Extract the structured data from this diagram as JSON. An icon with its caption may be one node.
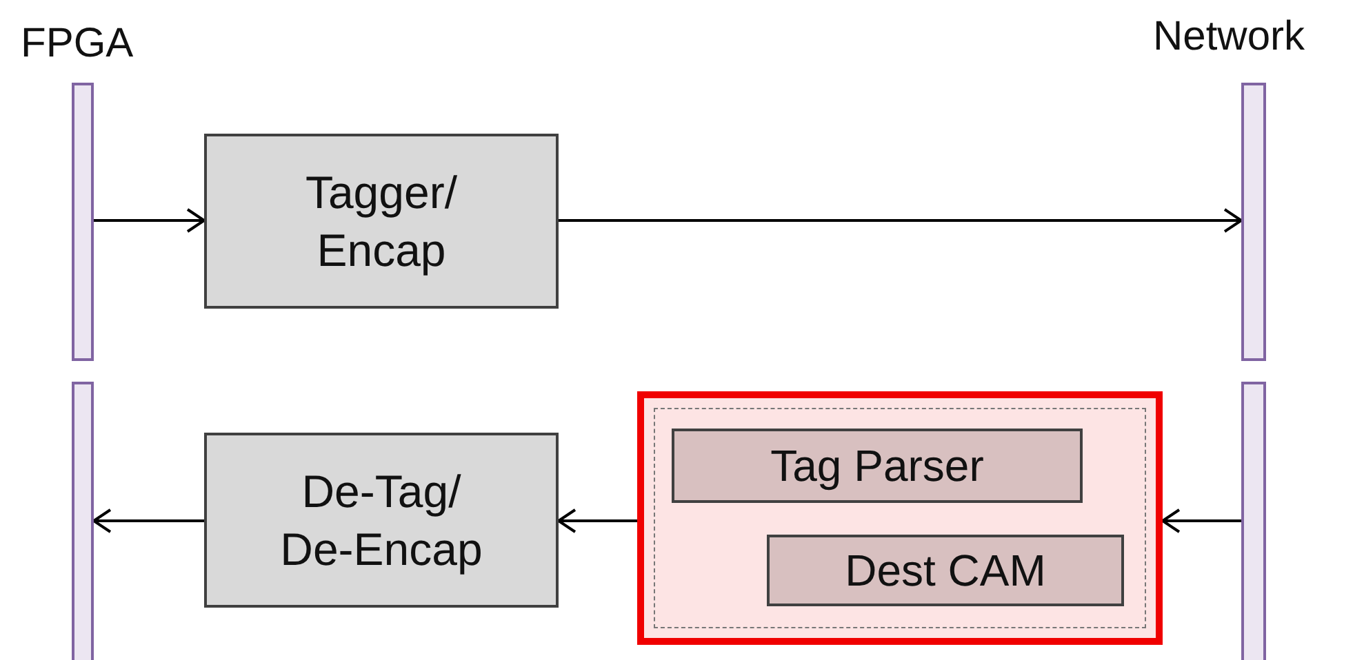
{
  "diagram": {
    "nodes": [
      {
        "text": [],
        "shape": "bar"
      },
      {
        "text": [],
        "shape": "bar"
      },
      {
        "text": [
          "Tagger/ Encap"
        ]
      },
      {
        "text": [],
        "shape": "bar"
      },
      {
        "text": [
          "De-Tag/ De-Encap"
        ]
      },
      {
        "text": [],
        "shape": "box"
      },
      {
        "text": [
          "Tag Parser"
        ],
        "in": 5
      },
      {
        "text": [
          "Dest CAM"
        ],
        "in": 5
      },
      {
        "text": [],
        "shape": "bar"
      }
    ],
    "edges": [
      {
        "from": 0,
        "to": 2,
        "arrow": "to"
      },
      {
        "from": 2,
        "to": 1,
        "arrow": "to"
      },
      {
        "from": 8,
        "to": 5,
        "arrow": "to"
      },
      {
        "from": 5,
        "to": 4,
        "arrow": "to"
      },
      {
        "from": 4,
        "to": 3,
        "arrow": "to"
      }
    ],
    "labels": [
      "FPGA",
      "Network"
    ]
  }
}
